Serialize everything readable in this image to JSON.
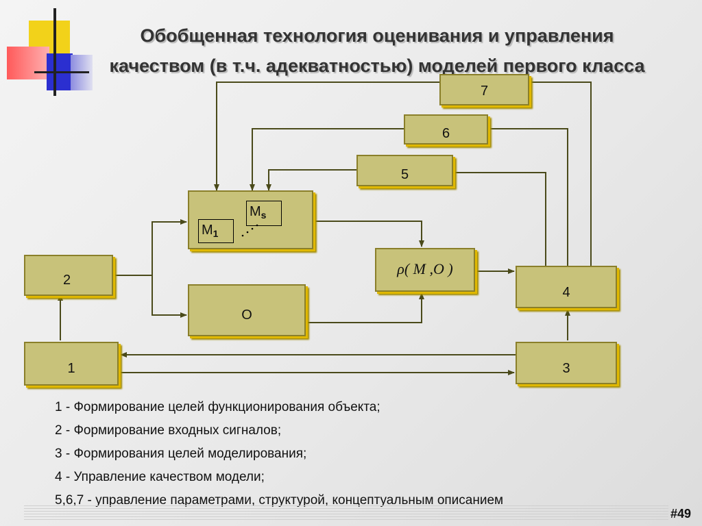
{
  "title": {
    "line1": "Обобщенная технология оценивания и управления",
    "line2": "качеством (в т.ч. адекватностью) моделей первого класса"
  },
  "diagram": {
    "blocks": {
      "b1": "1",
      "b2": "2",
      "b3": "3",
      "b4": "4",
      "b5": "5",
      "b6": "6",
      "b7": "7",
      "o": "О",
      "rho": "ρ( M ,O )"
    },
    "models": {
      "m1": "M",
      "m1_sub": "1",
      "ms": "M",
      "ms_sub": "s"
    },
    "colors": {
      "block_fill": "#c8c27a",
      "block_shadow": "#e0b800",
      "wire": "#4a4a1a"
    }
  },
  "legend": [
    "1  - Формирование целей функционирования объекта;",
    "2  - Формирование входных сигналов;",
    "3  - Формирования целей моделирования;",
    "4  - Управление качеством модели;",
    "5,6,7  - управление параметрами, структурой, концептуальным описанием"
  ],
  "slide_number": "#49"
}
